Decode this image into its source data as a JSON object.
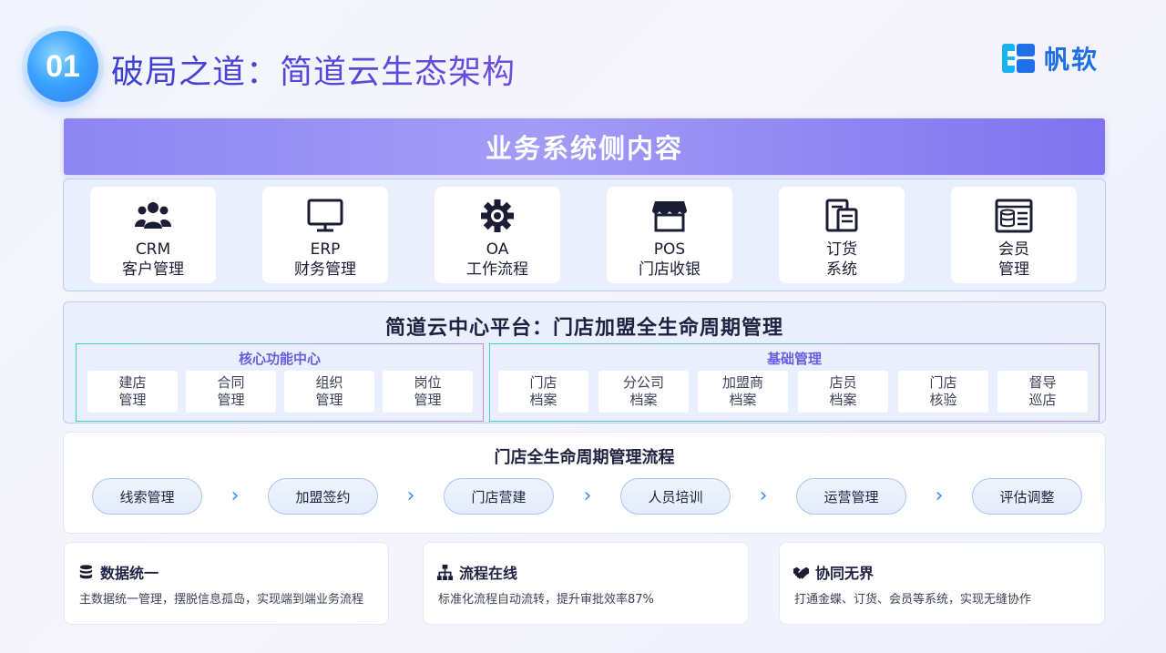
{
  "header": {
    "badge": "01",
    "title": "破局之道：简道云生态架构",
    "logo_text": "帆软"
  },
  "banner": {
    "label": "业务系统侧内容"
  },
  "systems": [
    {
      "line1": "CRM",
      "line2": "客户管理",
      "icon": "users-icon"
    },
    {
      "line1": "ERP",
      "line2": "财务管理",
      "icon": "monitor-icon"
    },
    {
      "line1": "OA",
      "line2": "工作流程",
      "icon": "gear-icon"
    },
    {
      "line1": "POS",
      "line2": "门店收银",
      "icon": "store-icon"
    },
    {
      "line1": "订货",
      "line2": "系统",
      "icon": "order-icon"
    },
    {
      "line1": "会员",
      "line2": "管理",
      "icon": "member-icon"
    }
  ],
  "platform": {
    "title": "简道云中心平台：门店加盟全生命周期管理",
    "core": {
      "title": "核心功能中心",
      "modules": [
        {
          "line1": "建店",
          "line2": "管理"
        },
        {
          "line1": "合同",
          "line2": "管理"
        },
        {
          "line1": "组织",
          "line2": "管理"
        },
        {
          "line1": "岗位",
          "line2": "管理"
        }
      ]
    },
    "base": {
      "title": "基础管理",
      "modules": [
        {
          "line1": "门店",
          "line2": "档案"
        },
        {
          "line1": "分公司",
          "line2": "档案"
        },
        {
          "line1": "加盟商",
          "line2": "档案"
        },
        {
          "line1": "店员",
          "line2": "档案"
        },
        {
          "line1": "门店",
          "line2": "核验"
        },
        {
          "line1": "督导",
          "line2": "巡店"
        }
      ]
    }
  },
  "flow": {
    "title": "门店全生命周期管理流程",
    "steps": [
      "线索管理",
      "加盟签约",
      "门店营建",
      "人员培训",
      "运营管理",
      "评估调整"
    ],
    "arrow": "›"
  },
  "features": [
    {
      "title": "数据统一",
      "desc": "主数据统一管理，摆脱信息孤岛，实现端到端业务流程",
      "icon": "database-icon"
    },
    {
      "title": "流程在线",
      "desc": "标准化流程自动流转，提升审批效率87%",
      "icon": "org-chart-icon"
    },
    {
      "title": "协同无界",
      "desc": "打通金蝶、订货、会员等系统，实现无缝协作",
      "icon": "handshake-icon"
    }
  ],
  "colors": {
    "accent": "#4b49d8",
    "banner": "#8d86f2",
    "flow_arrow": "#3a8cf0",
    "logo": "#1f6fe6"
  }
}
